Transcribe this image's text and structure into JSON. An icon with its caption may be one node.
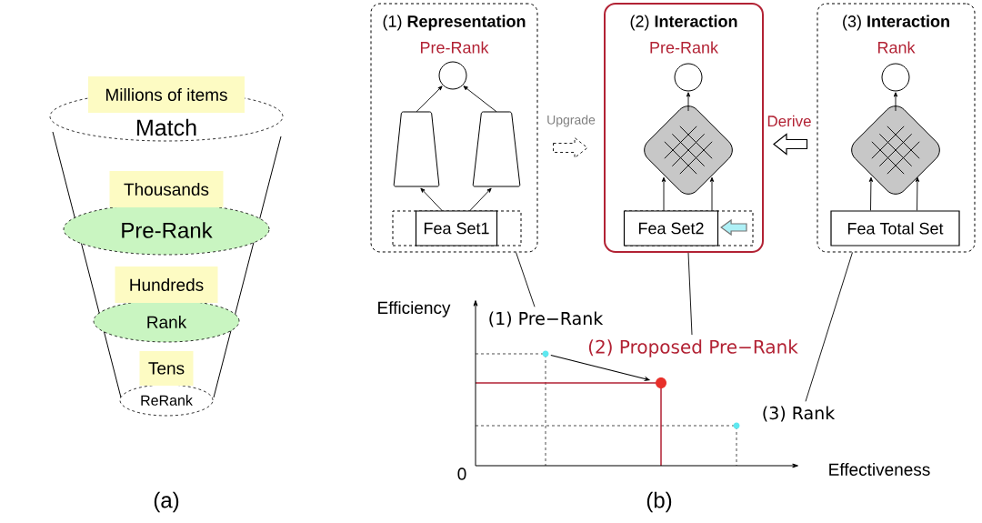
{
  "diagram": {
    "nodes": [
      {
        "text": [
          "Millions of items"
        ]
      },
      {
        "text": [
          "Match"
        ]
      },
      {
        "text": [
          "Thousands"
        ]
      },
      {
        "text": [
          "Pre-Rank"
        ]
      },
      {
        "text": [
          "Hundreds"
        ]
      },
      {
        "text": [
          "Rank"
        ]
      },
      {
        "text": [
          "Tens"
        ]
      },
      {
        "text": [
          "ReRank"
        ]
      },
      {
        "text": [
          "(1) **Representation**",
          "Pre-Rank"
        ]
      },
      {
        "text": [],
        "shape": "circle",
        "in": 8
      },
      {
        "text": [],
        "shape": "trapezoid",
        "in": 8
      },
      {
        "text": [],
        "shape": "trapezoid",
        "in": 8
      },
      {
        "text": [],
        "shape": "box",
        "in": 8
      },
      {
        "text": [
          "Fea Set1"
        ],
        "in": 12
      },
      {
        "text": [
          "(2) **Interaction**",
          "Pre-Rank"
        ]
      },
      {
        "text": [],
        "shape": "circle",
        "in": 14
      },
      {
        "text": [],
        "shape": "diamond",
        "in": 14
      },
      {
        "text": [],
        "shape": "box",
        "in": 14
      },
      {
        "text": [
          "Fea Set2"
        ],
        "in": 17
      },
      {
        "text": [
          "(3) **Interaction**",
          "Rank"
        ]
      },
      {
        "text": [],
        "shape": "circle",
        "in": 19
      },
      {
        "text": [],
        "shape": "diamond",
        "in": 19
      },
      {
        "text": [
          "Fea Total Set"
        ],
        "in": 19
      },
      {
        "text": [
          "(1) Pre−Rank"
        ]
      },
      {
        "text": [
          "(2) Proposed Pre−Rank"
        ]
      },
      {
        "text": [
          "(3) Rank"
        ]
      },
      {
        "text": [],
        "shape": "circle"
      },
      {
        "text": [],
        "shape": "circle"
      },
      {
        "text": [],
        "shape": "circle"
      }
    ],
    "edges": [
      {
        "from": 10,
        "to": 9,
        "arrow": "to"
      },
      {
        "from": 11,
        "to": 9,
        "arrow": "to"
      },
      {
        "from": 13,
        "to": 10,
        "arrow": "to"
      },
      {
        "from": 13,
        "to": 11,
        "arrow": "to"
      },
      {
        "from": 8,
        "to": 14,
        "arrow": "to",
        "label": "Upgrade",
        "style": "dashed"
      },
      {
        "from": 18,
        "to": 16,
        "arrow": "to"
      },
      {
        "from": 18,
        "to": 16,
        "arrow": "to"
      },
      {
        "from": 16,
        "to": 15,
        "arrow": "to"
      },
      {
        "from": null,
        "to": 18,
        "arrow": "to",
        "color": "#aef0f6"
      },
      {
        "from": 19,
        "to": 14,
        "arrow": "to",
        "label": "Derive"
      },
      {
        "from": 22,
        "to": 21,
        "arrow": "to"
      },
      {
        "from": 22,
        "to": 21,
        "arrow": "to"
      },
      {
        "from": 21,
        "to": 20,
        "arrow": "to"
      },
      {
        "from": 8,
        "to": 23,
        "arrow": "none"
      },
      {
        "from": 14,
        "to": 24,
        "arrow": "none"
      },
      {
        "from": 19,
        "to": 25,
        "arrow": "none"
      },
      {
        "from": 26,
        "to": 27,
        "arrow": "to"
      }
    ],
    "labels": [
      "Efficiency",
      "0",
      "Effectiveness",
      "(a)",
      "(b)"
    ]
  }
}
